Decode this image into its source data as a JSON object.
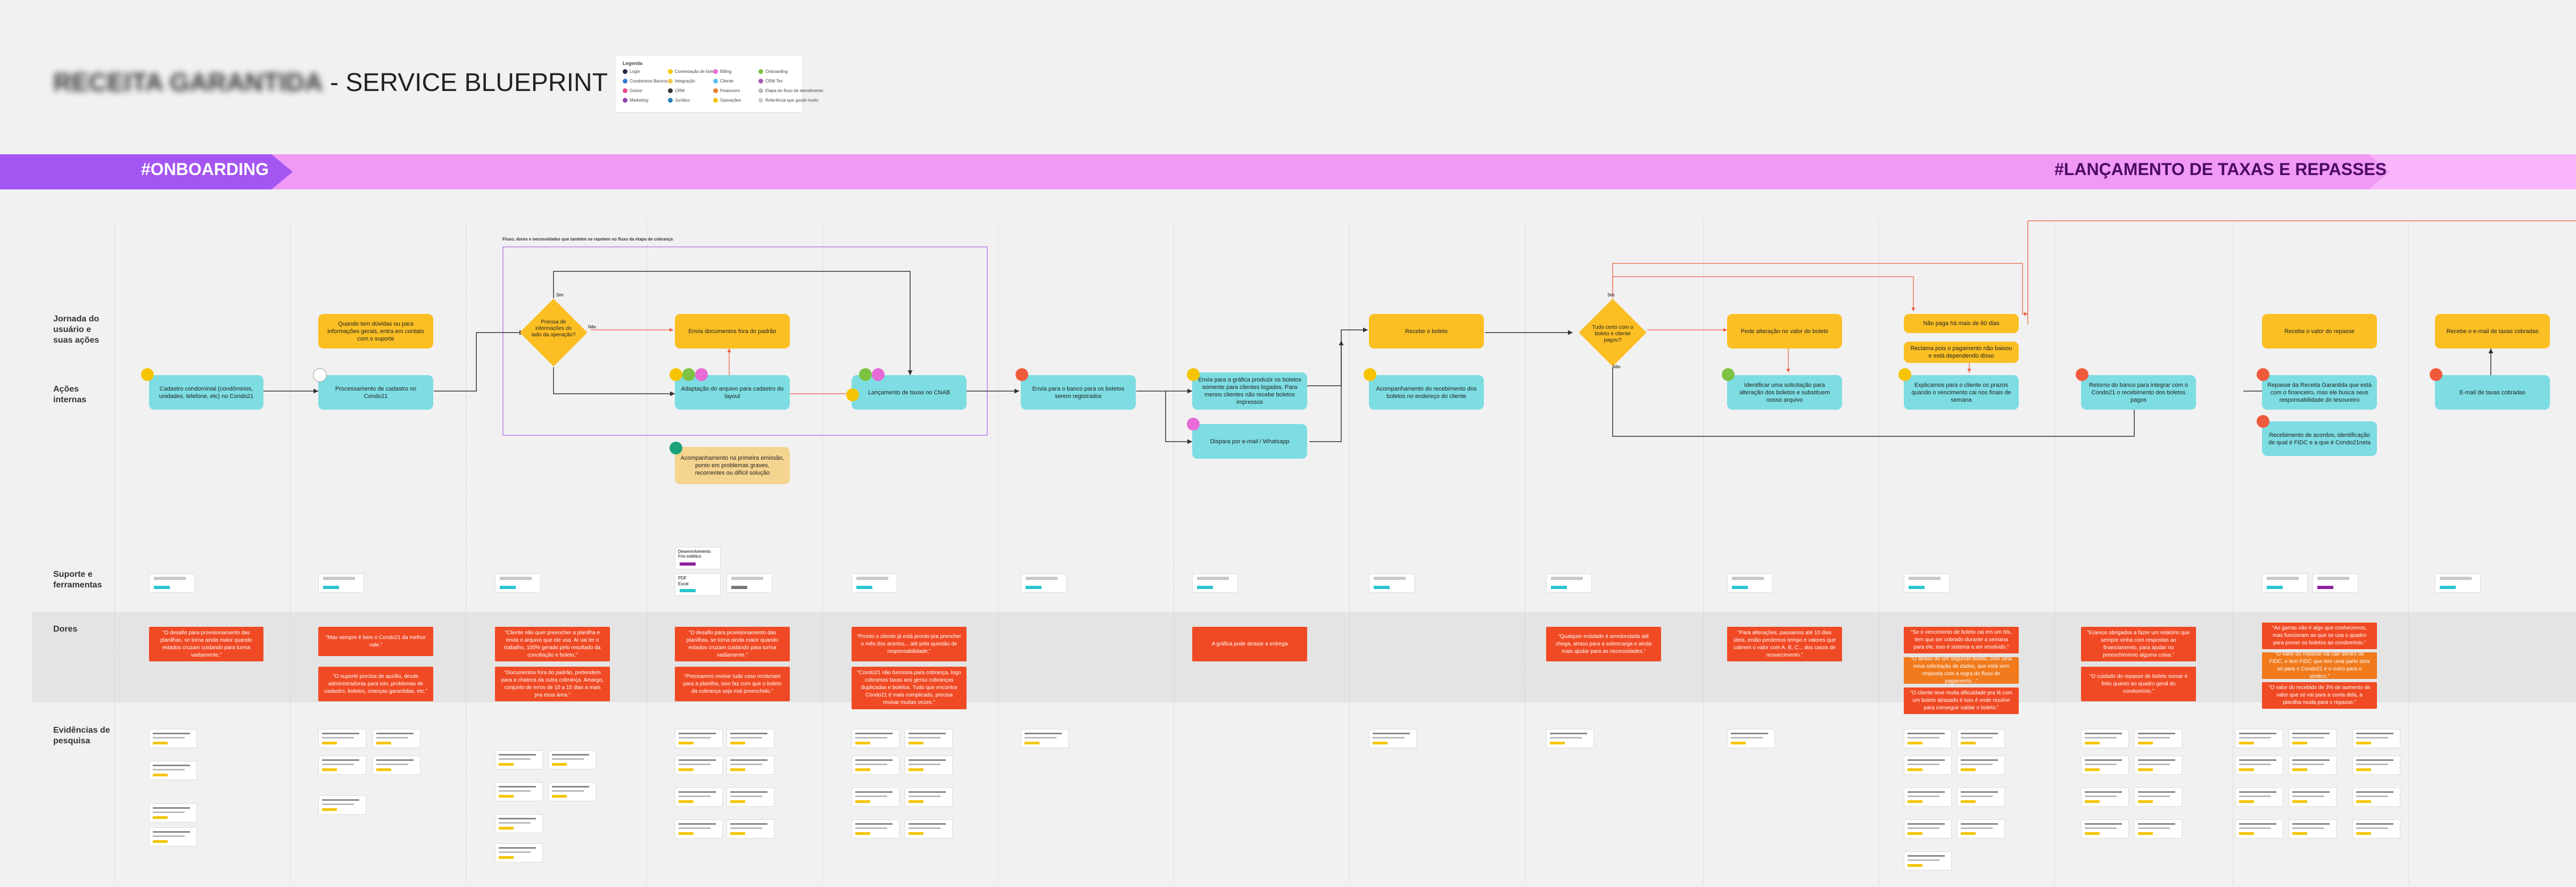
{
  "header": {
    "title_brand": "RECEITA GARANTIDA",
    "title_rest": " - SERVICE BLUEPRINT"
  },
  "legend": {
    "title": "Legenda",
    "items": [
      {
        "label": "Login",
        "color": "#1f2a44"
      },
      {
        "label": "Contestação de boleto",
        "color": "#f6c400"
      },
      {
        "label": "Billing",
        "color": "#e76bd6"
      },
      {
        "label": "Onboarding",
        "color": "#7dc242"
      },
      {
        "label": "Condominio Bancos",
        "color": "#2f7fd8"
      },
      {
        "label": "Integração",
        "color": "#f2c94c"
      },
      {
        "label": "Cliente",
        "color": "#5bc0eb"
      },
      {
        "label": "CRM Tex",
        "color": "#9b59b6"
      },
      {
        "label": "Gestor",
        "color": "#e84a8a"
      },
      {
        "label": "CRM",
        "color": "#333333"
      },
      {
        "label": "Financeiro",
        "color": "#e67e22"
      },
      {
        "label": "Etapa do fluxo de atendimento",
        "color": "#bbbbbb"
      },
      {
        "label": "Marketing",
        "color": "#8e44ad"
      },
      {
        "label": "Jurídico",
        "color": "#2980b9"
      },
      {
        "label": "Operações",
        "color": "#f1c40f"
      },
      {
        "label": "Referência que gostei muito",
        "color": "#cccccc"
      }
    ]
  },
  "phases": {
    "onboarding": "#ONBOARDING",
    "lancamento": "#LANÇAMENTO DE TAXAS E REPASSES"
  },
  "lanes": {
    "jornada": "Jornada do usuário e suas ações",
    "acoes": "Ações internas",
    "suporte": "Suporte e ferramentas",
    "dores": "Dores",
    "evidencias": "Evidências de pesquisa"
  },
  "group_note": "Fluxo, dores e necessidades que também se repetem no fluxo da etapa de cobrança",
  "flow": {
    "s1": "Cadastro condominial (condôminos, unidades, telefone, etc) no Condo21",
    "s2": "Quando tem dúvidas ou para informações gerais, entra em contato com o suporte",
    "s3": "Processamento de cadastro no Condo21",
    "d1": "Precisa de informações do lado da operação?",
    "yes": "Sim",
    "no": "Não",
    "s4": "Envia documentos fora do padrão",
    "s5": "Adaptação do arquivo para cadastro do layout",
    "s6": "Acompanhamento na primeira emissão, ponto em problemas graves, recorrentes ou difícil solução",
    "s7": "Lançamento de taxas no CNAB",
    "s8": "Envia para o banco para os boletos serem registrados",
    "s9": "Envia para a gráfica produzir os boletos somente para clientes logados. Para menos clientes não recebe boletos impressos",
    "s10": "Dispara por e-mail / Whatsapp",
    "s11": "Recebe o boleto",
    "s12": "Acompanhamento do recebimento dos boletos no endereço do cliente",
    "d2": "Tudo certo com o boleto e cliente pagou?",
    "s13": "Pede alteração no valor do boleto",
    "s14": "Identificar uma solicitação para alteração dos boletos e substituem nosso arquivo",
    "s15": "Não paga há mais de 60 dias",
    "s16": "Reclama pois o pagamento não baixou e está dependendo disso",
    "s17": "Explicamos para o cliente os prazos quando o vencimento cai nos finais de semana",
    "s18": "Retorno do banco para integrar com o Condo21 o recebimento dos boletos pagos",
    "s19": "Recebe o valor do repasse",
    "s20": "Repasse da Receita Garantida que está com o financeiro, mas ele busca seus responsabilidade do tesoureiro",
    "s21": "Recebimento de acordos, identificação de qual é FIDC e a que é Condo21neta",
    "s22": "Recebe o e-mail de taxas cobradas",
    "s23": "E-mail de taxas cobradas"
  },
  "tools": {
    "t1": "Desenvolvimento Frio estético",
    "t2": "PDF",
    "t3": "Excel"
  },
  "pains": [
    "“O desafio para provisionamento das planilhas, se torna ainda maior quando estados cruzam cuidando para turma vadiamente.”",
    "“Mas sempre é bem o Condo21 da melhor vale.”",
    "“O suporte precisa de auxílio, desde administradoras para isto, problemas de cadastro, boletos, crianças garantidas, etc.”",
    "“Cliente não quer preencher a planilha e envia o arquivo que ele usa. Aí vai ter o trabalho, 100% gerado pelo resultado da conciliação e boleto.”",
    "“Documentos fora do padrão, pretendem para a chateza da outra cobrança. Amargo, conjunto de erros de 10 a 15 dias a mais pra essa área.”",
    "“O desafio para provisionamento das planilhas, se torna ainda maior quando estados cruzam cuidando para turma vadiamente.”",
    "“Precisamos revisar tudo caso reclamam para a planilha, isso faz com que o boleto da cobrança seja mal preenchido.”",
    "“Pronto o cliente já está pronto pra prencher o mês dos acertos... até pela questão de responsabilidade.”",
    "“Condo21 não funciona para cobrança, logo cobramos taxas aos gerou cobranças duplicadas e boletos. Tudo que encontra Condo21 é mais complicado, precisa revisar muitas vezes.”",
    "A gráfica pode atrasar a entrega",
    "“Qualquer entidade é arredondada até chega, atraso para a sobrecarga e ainda mais ajudar para as necessidades.”",
    "“Para alterações, passamos até 10 dias úteis, então perdemos tempo e valores que cobrem o valor com A, B, C... dos casos de ressarcimento.”",
    "“Se o vencimento de boleto cai em um fds, tem que ser cobrado durante a semana para ele, isso é sistema a ser resolvido.”",
    "“O atraso de um segundo boleto, com uma nova solicitação de dados, que está sem resposta com a regra do fluxo de pagamento...”",
    "“O cliente teve muita dificuldade pra lá com um boleto atrasado é isso é onde resolve para conseguir saldar o boleto.”",
    "“Eramos obrigados a fazer um relatório que sempre vinha com respostas ao financiamento, para ajudar no preenchimento alguma coisa.”",
    "“O cuidado do repasse de boleto somar é feito quanto ao quadro geral do condomínio.”",
    "“As garras não é algo que conhecemos, mas funcionam ao que se usa o quadro para prover os boletos ao condomínio.”",
    "“O valor do repasse vai cair dentro do FIDC, e tem FIDC que tem uma parte dela só para o Condo21 e o outro para o sindico.”",
    "“O valor do recebido de 3% de aumento de valor que só vai para a conta dela, a planilha muda para o repasse.”"
  ]
}
